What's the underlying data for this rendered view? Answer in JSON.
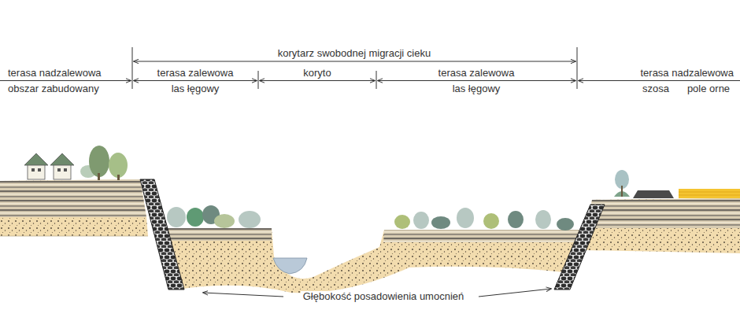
{
  "diagram": {
    "labels": [
      "korytarz swobodnej migracji cieku",
      "terasa nadzalewowa",
      "terasa zalewowa",
      "koryto",
      "terasa zalewowa",
      "terasa nadzalewowa",
      "obszar zabudowany",
      "las łęgowy",
      "las łęgowy",
      "szosa",
      "pole orne",
      "Głębokość posadowienia umocnień"
    ]
  }
}
